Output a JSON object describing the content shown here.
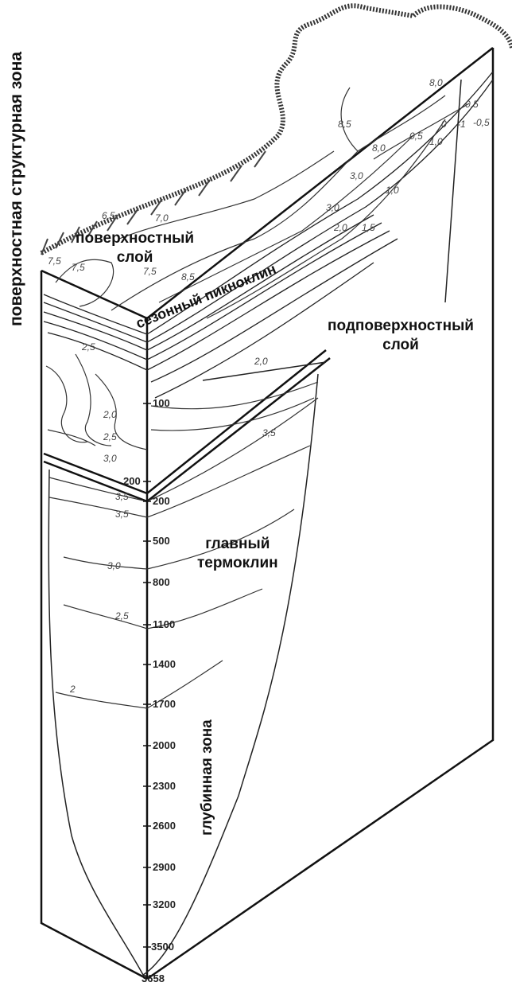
{
  "side_title": "поверхностная структурная зона",
  "zones": {
    "surface_layer": [
      "поверхностный",
      "слой"
    ],
    "seasonal_pycnocline": "сезонный пикноклин",
    "subsurface_layer": [
      "подповерхностный",
      "слой"
    ],
    "main_thermocline": [
      "главный",
      "термоклин"
    ],
    "deep_zone": "глубинная зона"
  },
  "depth_axis": {
    "upper_block": [
      "100",
      "200"
    ],
    "lower_block": [
      "200",
      "500",
      "800",
      "1100",
      "1400",
      "1700",
      "2000",
      "2300",
      "2600",
      "2900",
      "3200",
      "3500",
      "3658"
    ]
  },
  "isoline_labels": {
    "top": [
      "6,5",
      "7,0",
      "7,5",
      "7,5",
      "7,5",
      "8,5",
      "8,5",
      "8,0",
      "3,0",
      "8,0",
      "1,0",
      "0,5",
      "1,0",
      "0",
      "-1",
      "-0,5",
      "0,5",
      "3,0",
      "2,0",
      "1,5"
    ],
    "front_upper": [
      "2,5",
      "2,0",
      "2,5",
      "3,0",
      "2,0",
      "3,5"
    ],
    "front_lower": [
      "3,5",
      "3,5",
      "3,0",
      "2,5",
      "2"
    ]
  }
}
